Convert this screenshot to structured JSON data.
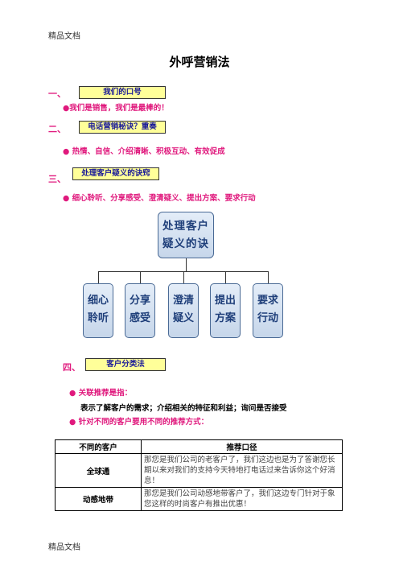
{
  "header_note": "精品文档",
  "footer_note": "精品文档",
  "title": "外呼营销法",
  "sections": [
    {
      "num": "一、",
      "box": "我们的口号",
      "line": "●我们是销售，我们是最棒的！"
    },
    {
      "num": "二、",
      "box": "电话营销秘诀？重奏",
      "line": "●  热情、自信、介绍清晰、积极互动、有效促成"
    },
    {
      "num": "三、",
      "box": "处理客户疑义的诀窍",
      "line": "●  细心聆听、分享感受、澄清疑义、提出方案、要求行动"
    },
    {
      "num": "四、",
      "box": "客户分类法"
    }
  ],
  "diagram": {
    "top": [
      "处理客户",
      "疑义的诀"
    ],
    "children": [
      [
        "细心",
        "聆听"
      ],
      [
        "分享",
        "感受"
      ],
      [
        "澄清",
        "疑义"
      ],
      [
        "提出",
        "方案"
      ],
      [
        "要求",
        "行动"
      ]
    ]
  },
  "section4": {
    "bullet1": "●  关联推荐是指：",
    "body1": "表示了解客户的需求；介绍相关的特征和利益；询问是否接受",
    "bullet2": "●  针对不同的客户要用不同的推荐方式："
  },
  "table": {
    "headers": [
      "不同的客户",
      "推荐口径"
    ],
    "rows": [
      [
        "全球通",
        "那您是我们公司的老客户了，我们这边也是为了答谢您长期以来对我们的支持今天特地打电话过来告诉你这个好消息！"
      ],
      [
        "动感地带",
        "那您是我们公司动感地带客户了，我们这边专门针对于象您这样的时尚客户有推出优惠！"
      ]
    ]
  }
}
